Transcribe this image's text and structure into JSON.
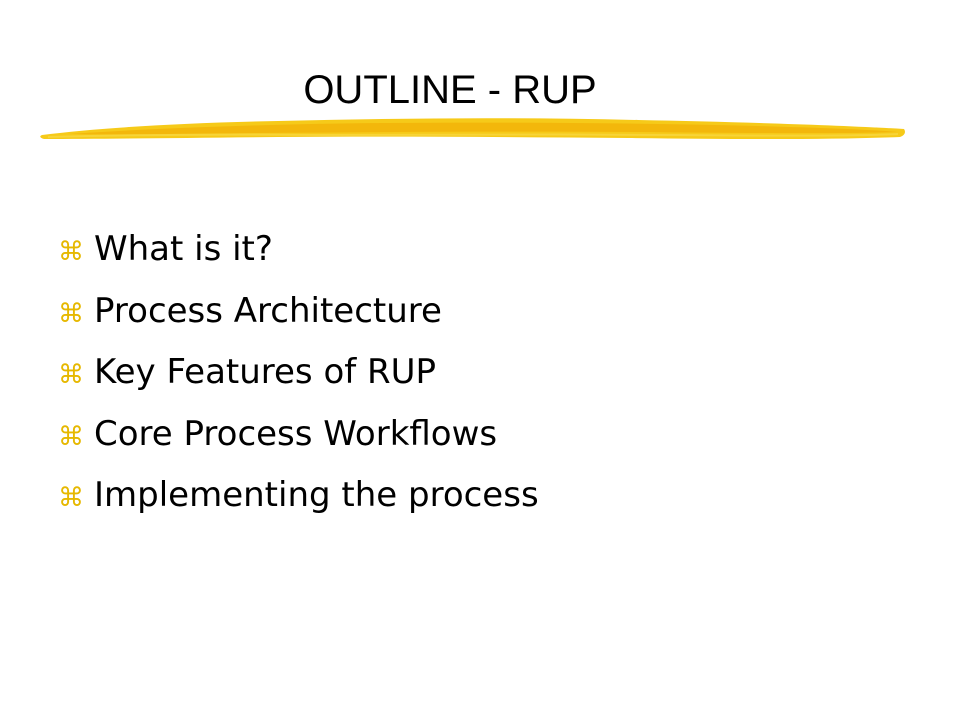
{
  "slide": {
    "title": "OUTLINE - RUP",
    "accent_color": "#f5c400",
    "bullet_color": "#e6b800",
    "bullet_icon": "command-key-icon",
    "bullet_glyph": "⌘",
    "items": [
      {
        "label": "What is it?"
      },
      {
        "label": "Process Architecture"
      },
      {
        "label": "Key Features of RUP"
      },
      {
        "label": "Core Process Workflows"
      },
      {
        "label": "Implementing the process"
      }
    ]
  }
}
